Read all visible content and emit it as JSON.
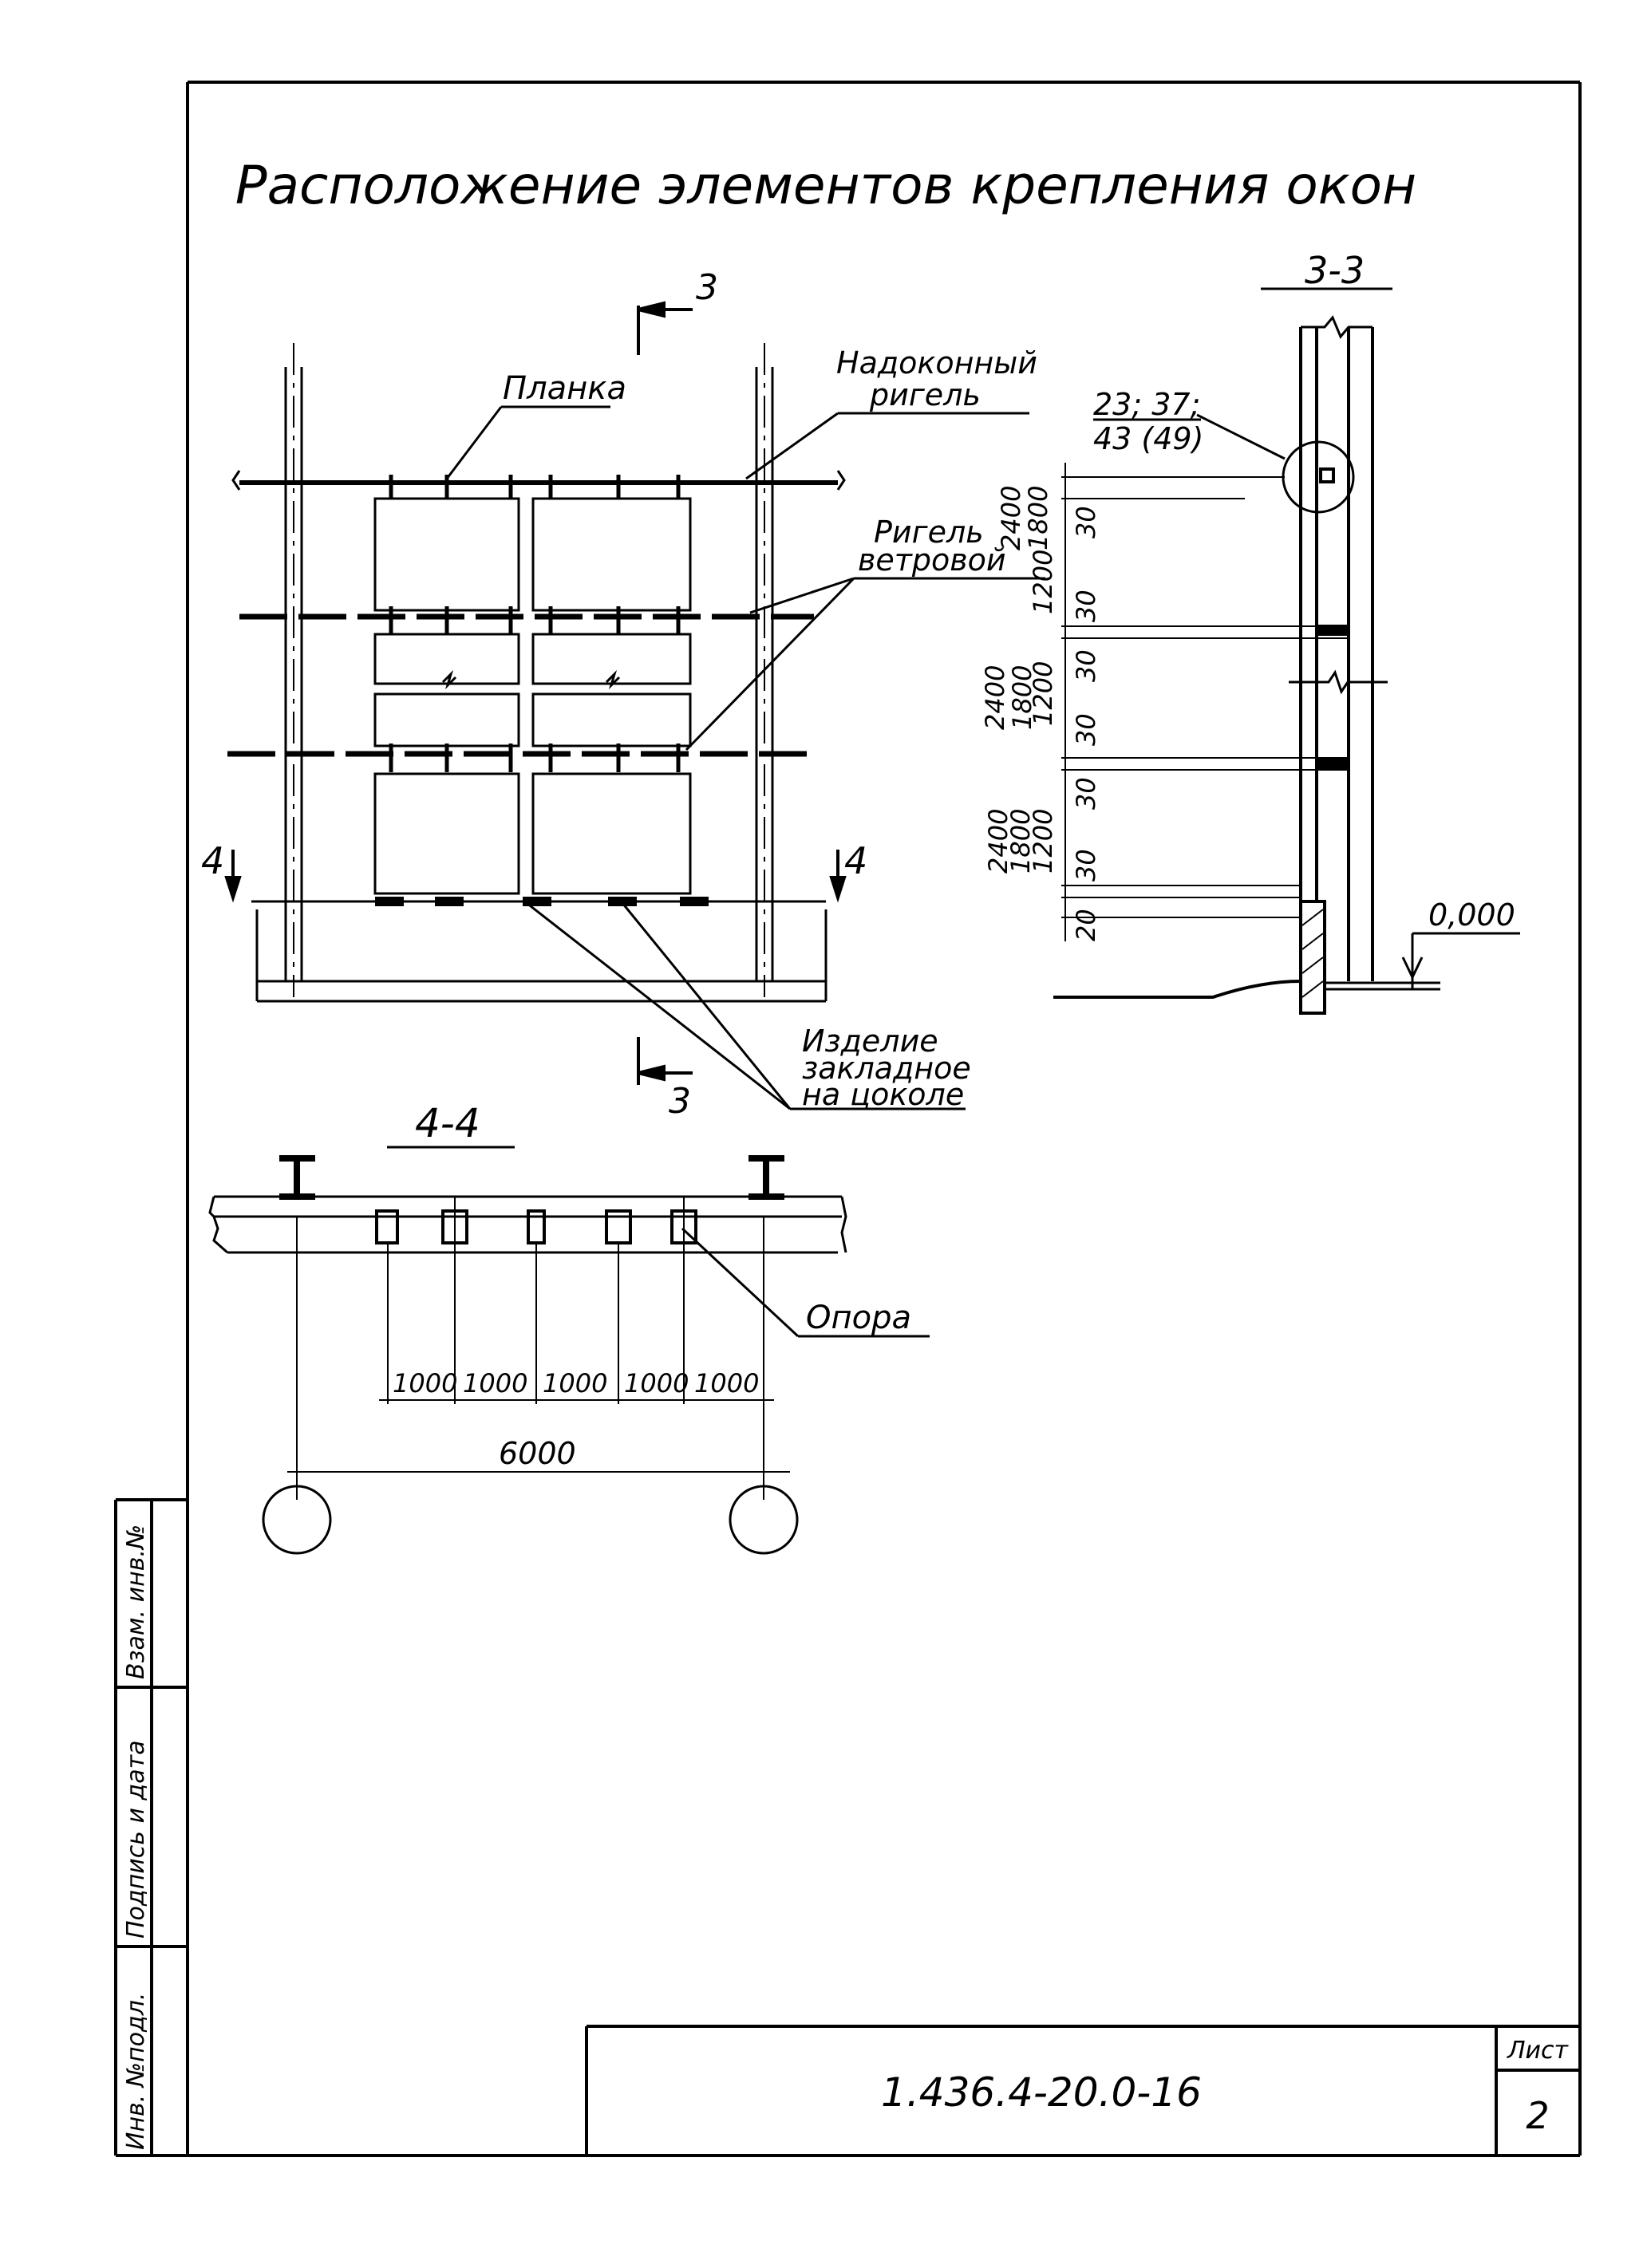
{
  "title": "Расположение элементов крепления окон",
  "section_3_3": {
    "label": "3-3",
    "callout": [
      "23; 37;",
      "43 (49)"
    ],
    "dim_groups": [
      [
        "2400",
        "1800",
        "1200"
      ],
      [
        "2400",
        "1800",
        "1200"
      ],
      [
        "2400",
        "1800",
        "1200"
      ]
    ],
    "dim_small": [
      "30",
      "30",
      "30",
      "30",
      "30",
      "30",
      "20"
    ],
    "level": "0,000"
  },
  "elevation": {
    "section_mark": "3",
    "section_mark_bottom": "3",
    "cut_mark_left": "4",
    "cut_mark_right": "4",
    "label_planka": "Планка",
    "label_nadokonny": [
      "Надоконный",
      "ригель"
    ],
    "label_rigel_vetrovoy": [
      "Ригель",
      "ветровой"
    ],
    "label_izdelie": [
      "Изделие",
      "закладное",
      "на цоколе"
    ]
  },
  "section_4_4": {
    "label": "4-4",
    "label_opora": "Опора",
    "spacings": [
      "1000",
      "1000",
      "1000",
      "1000",
      "1000"
    ],
    "total": "6000"
  },
  "side_stamp": [
    "Инв. №подл.",
    "Подпись и дата",
    "Взам. инв.№"
  ],
  "title_block": {
    "code": "1.436.4-20.0-16",
    "sheet_label": "Лист",
    "sheet_number": "2"
  }
}
